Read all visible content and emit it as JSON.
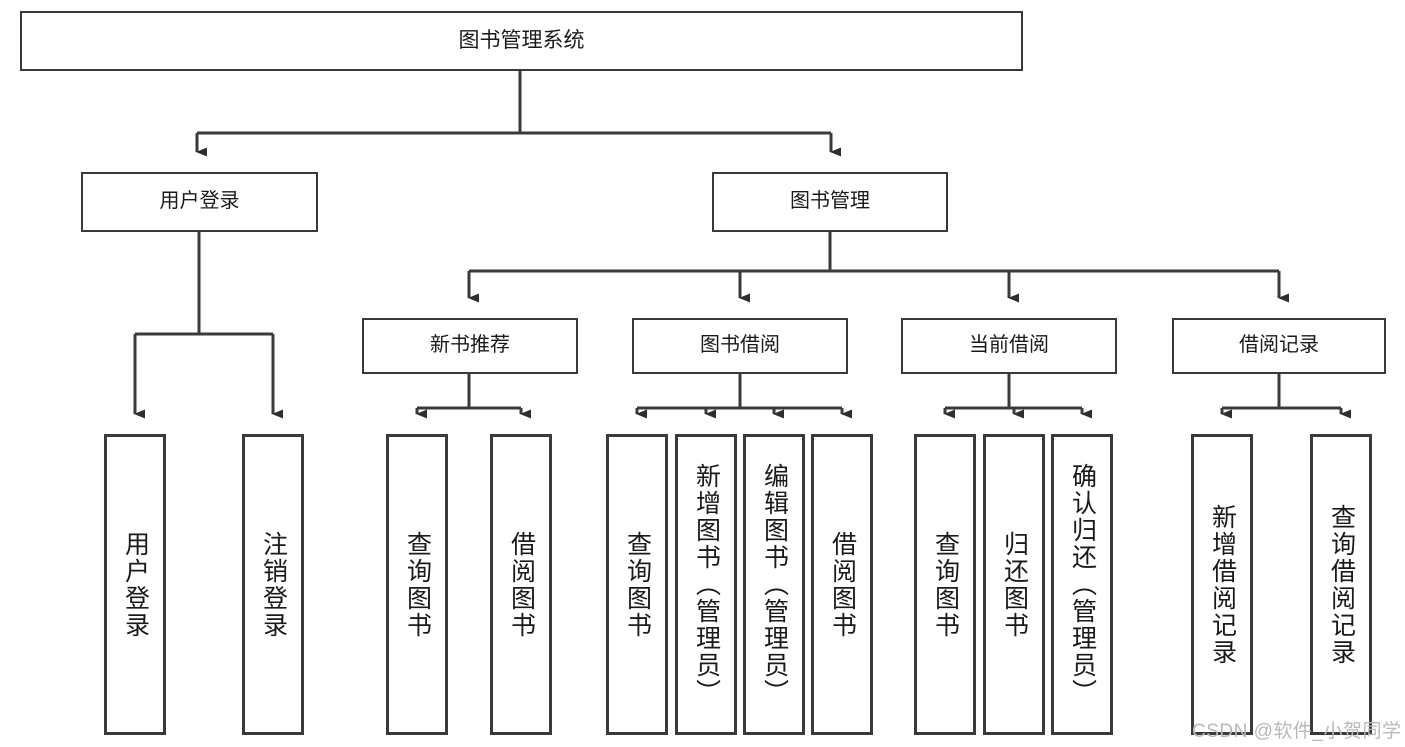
{
  "diagram": {
    "title": "图书管理系统",
    "type": "hierarchy-tree",
    "root": {
      "label": "图书管理系统"
    },
    "level2": [
      {
        "label": "用户登录"
      },
      {
        "label": "图书管理"
      }
    ],
    "level3": [
      {
        "label": "新书推荐"
      },
      {
        "label": "图书借阅"
      },
      {
        "label": "当前借阅"
      },
      {
        "label": "借阅记录"
      }
    ],
    "leaves": {
      "user_login": [
        {
          "label": "用户登录"
        },
        {
          "label": "注销登录"
        }
      ],
      "new_book_recommend": [
        {
          "label": "查询图书"
        },
        {
          "label": "借阅图书"
        }
      ],
      "book_borrow": [
        {
          "label": "查询图书"
        },
        {
          "label": "新增图书（管理员）"
        },
        {
          "label": "编辑图书（管理员）"
        },
        {
          "label": "借阅图书"
        }
      ],
      "current_borrow": [
        {
          "label": "查询图书"
        },
        {
          "label": "归还图书"
        },
        {
          "label": "确认归还（管理员）"
        }
      ],
      "borrow_record": [
        {
          "label": "新增借阅记录"
        },
        {
          "label": "查询借阅记录"
        }
      ]
    }
  },
  "watermark": {
    "text": "CSDN @软件_小贺同学"
  },
  "colors": {
    "stroke": "#3a3a3a",
    "background": "#ffffff",
    "text": "#1a1a1a",
    "watermark": "#b9b9b9"
  }
}
